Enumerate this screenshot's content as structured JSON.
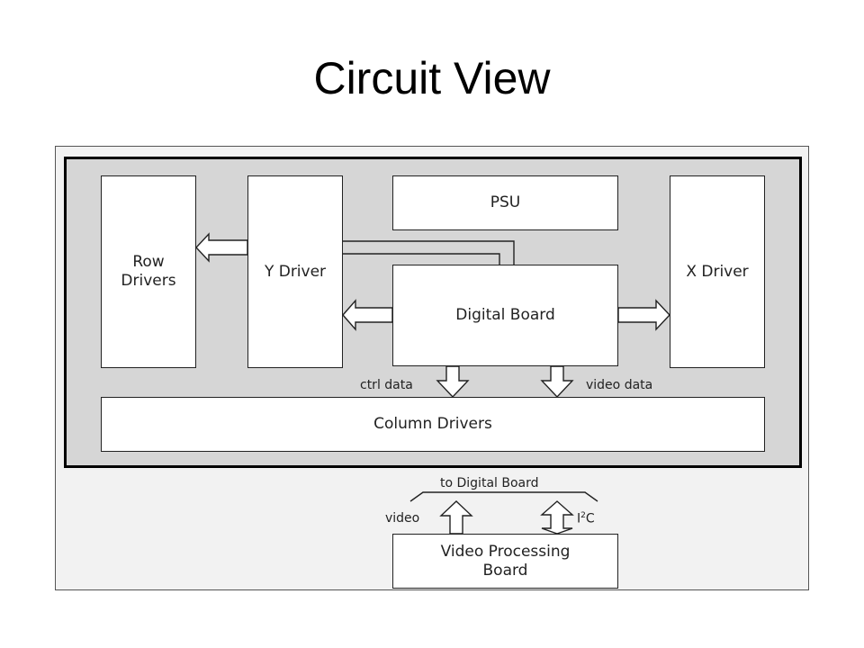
{
  "title": "Circuit View",
  "blocks": {
    "row_drivers": "Row\nDrivers",
    "y_driver": "Y Driver",
    "psu": "PSU",
    "digital_board": "Digital Board",
    "x_driver": "X Driver",
    "column_drivers": "Column Drivers",
    "video_processing_board": "Video Processing\nBoard"
  },
  "labels": {
    "ctrl_data": "ctrl data",
    "video_data": "video data",
    "to_digital_board": "to Digital Board",
    "video": "video",
    "i2c_base": "I",
    "i2c_sup": "2",
    "i2c_tail": "C"
  }
}
